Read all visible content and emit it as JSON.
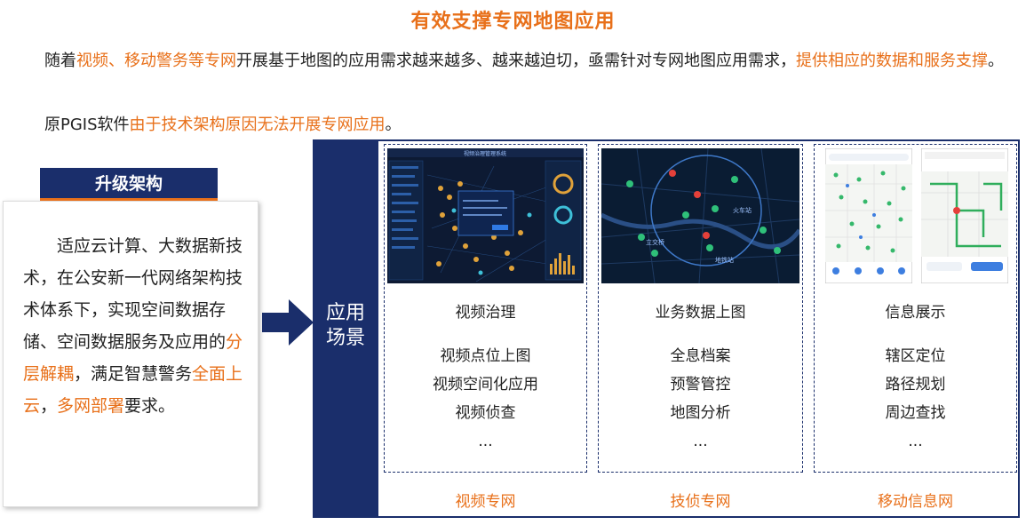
{
  "title": "有效支撑专网地图应用",
  "intro": {
    "p1_a": "随着",
    "p1_b": "视频、移动警务等专网",
    "p1_c": "开展基于地图的应用需求越来越多、越来越迫切，亟需针对专网地图应用需求，",
    "p1_d": "提供相应的数据和服务支撑",
    "p1_e": "。",
    "p2_a": "原PGIS软件",
    "p2_b": "由于技术架构原因无法开展专网应用",
    "p2_c": "。"
  },
  "upgrade": {
    "tag": "升级架构",
    "t1": "适应云计算、大数据新技术，在公安新一代网络架构技术体系下，实现空间数据存储、空间数据服务及应用的",
    "t2": "分层解耦",
    "t3": "，满足智慧警务",
    "t4": "全面上云",
    "t5": "，",
    "t6": "多网部署",
    "t7": "要求。"
  },
  "side_label": {
    "line1": "应用",
    "line2": "场景"
  },
  "panels": [
    {
      "title": "视频治理",
      "items": [
        "视频点位上图",
        "视频空间化应用",
        "视频侦查",
        "..."
      ],
      "network": "视频专网"
    },
    {
      "title": "业务数据上图",
      "items": [
        "全息档案",
        "预警管控",
        "地图分析",
        "..."
      ],
      "network": "技侦专网"
    },
    {
      "title": "信息展示",
      "items": [
        "辖区定位",
        "路径规划",
        "周边查找",
        "..."
      ],
      "network": "移动信息网"
    }
  ],
  "shots": {
    "video_header": "视频治理管理系统",
    "map_label_1": "火车站",
    "map_label_2": "立交桥",
    "map_label_3": "地铁站"
  },
  "colors": {
    "accent": "#e8701a",
    "navy": "#1a2e6b"
  }
}
